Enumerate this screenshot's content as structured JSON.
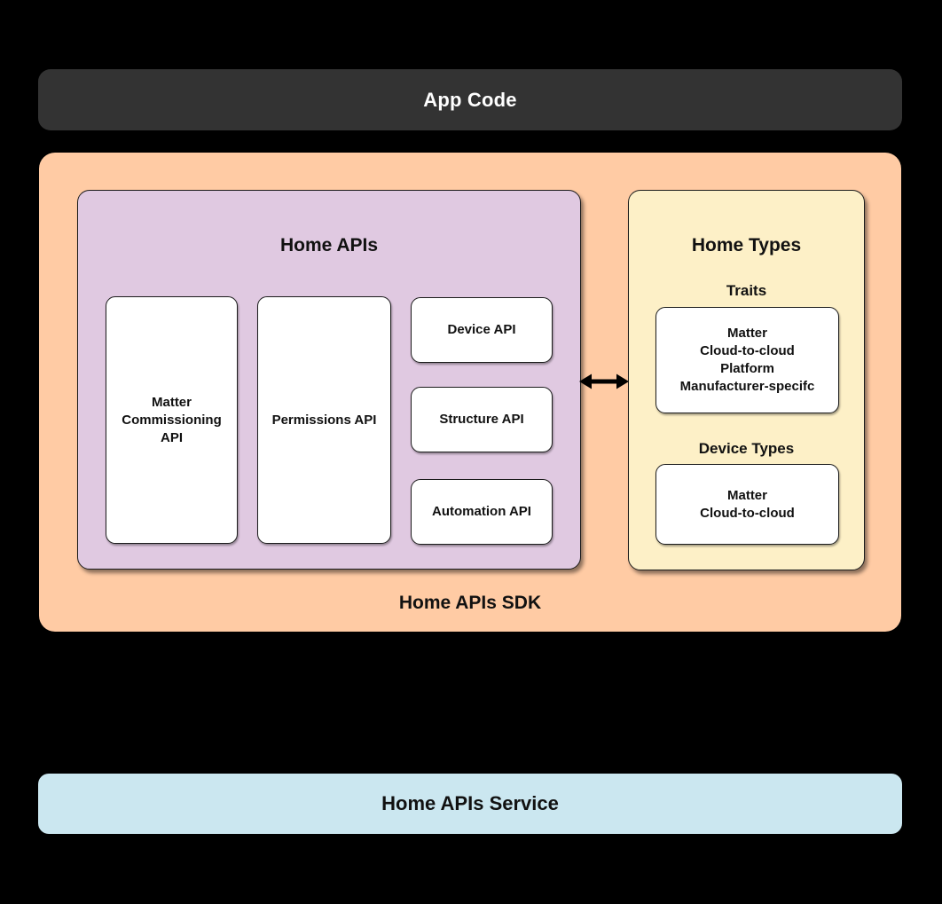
{
  "colors": {
    "background": "#000000",
    "app_code_bg": "#333333",
    "app_code_text": "#ffffff",
    "sdk_bg": "#ffcba4",
    "home_apis_bg": "#e0c9e1",
    "home_types_bg": "#fdf0c7",
    "service_bg": "#cbe7f0",
    "card_bg": "#ffffff",
    "card_border": "#1c1c1c",
    "text": "#111111",
    "arrow": "#000000"
  },
  "app_code": {
    "label": "App Code"
  },
  "sdk": {
    "label": "Home APIs SDK",
    "home_apis": {
      "title": "Home APIs",
      "matter_commissioning_api": "Matter\nCommissioning\nAPI",
      "permissions_api": "Permissions API",
      "device_api": "Device API",
      "structure_api": "Structure API",
      "automation_api": "Automation API"
    },
    "home_types": {
      "title": "Home Types",
      "traits_label": "Traits",
      "traits_items": "Matter\nCloud-to-cloud\nPlatform\nManufacturer-specifc",
      "device_types_label": "Device Types",
      "device_types_items": "Matter\nCloud-to-cloud"
    },
    "arrow": {
      "icon": "double-headed-arrow",
      "direction": "horizontal"
    }
  },
  "service": {
    "label": "Home APIs Service"
  }
}
